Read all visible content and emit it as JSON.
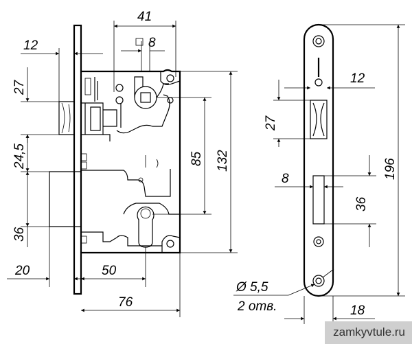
{
  "labels": {
    "d41": "41",
    "d8top": "8",
    "d12left": "12",
    "d27left": "27",
    "d245": "24,5",
    "d36left": "36",
    "d20": "20",
    "d50": "50",
    "d76": "76",
    "d85": "85",
    "d132": "132",
    "d12right": "12",
    "d27right": "27",
    "d8right": "8",
    "d36right": "36",
    "d196": "196",
    "d18": "18",
    "hole_dia": "Ø 5,5",
    "hole_count": "2 отв."
  },
  "watermark": "zamkyvtule.ru"
}
